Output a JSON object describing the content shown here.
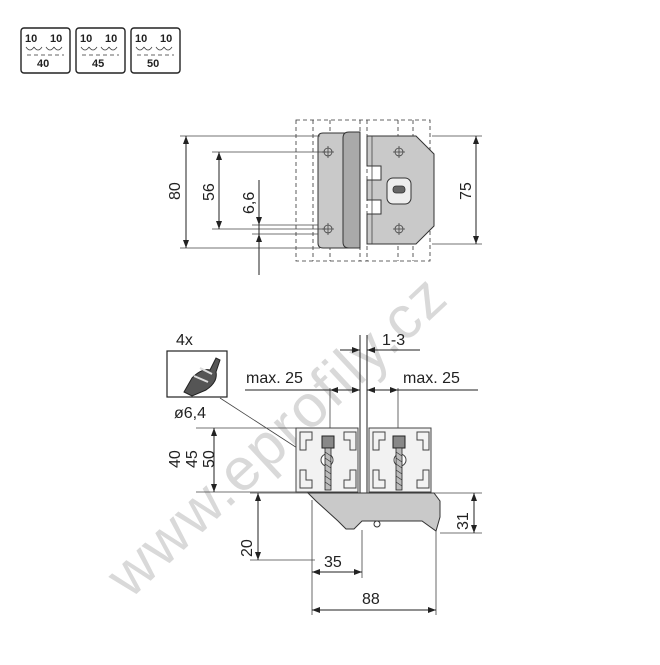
{
  "profile_badges": [
    {
      "left": "10",
      "right": "10",
      "size": "40"
    },
    {
      "left": "10",
      "right": "10",
      "size": "45"
    },
    {
      "left": "10",
      "right": "10",
      "size": "50"
    }
  ],
  "top_view": {
    "dim_overall_height": "80",
    "dim_hole_spacing": "56",
    "dim_slot": "6,6",
    "dim_right_height": "75"
  },
  "side_view": {
    "screw_count": "4x",
    "drill_diameter": "ø6,4",
    "dim_gap": "1-3",
    "dim_max_left": "max. 25",
    "dim_max_right": "max. 25",
    "dim_profile_40": "40",
    "dim_profile_45": "45",
    "dim_profile_50": "50",
    "dim_bottom_left": "20",
    "dim_bottom_right": "31",
    "dim_35": "35",
    "dim_88": "88"
  },
  "watermark": "www.eprofily.cz"
}
